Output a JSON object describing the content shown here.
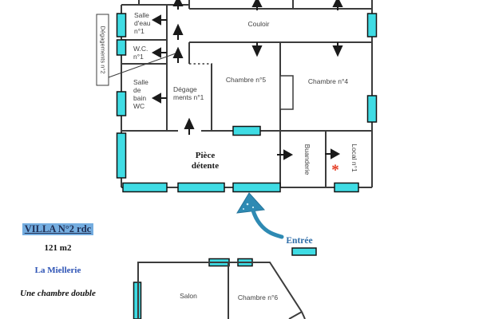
{
  "info_block": {
    "title": "VILLA N°2 rdc",
    "area": "121 m2",
    "residence_name": "La Miellerie",
    "description": "Une chambre double"
  },
  "entrance": {
    "label": "Entrée"
  },
  "main_plan": {
    "couloir": "Couloir",
    "salle_eau": [
      "Salle",
      "d'eau",
      "n°1"
    ],
    "wc": [
      "W.C.",
      "n°1"
    ],
    "salle_bain": [
      "Salle",
      "de",
      "bain",
      "WC"
    ],
    "degagements1": [
      "Dégage",
      "ments n°1"
    ],
    "degagements2": "Dégagements n°2",
    "chambre5": "Chambre n°5",
    "chambre4": "Chambre n°4",
    "piece_detente": [
      "Pièce",
      "détente"
    ],
    "buanderie": "Buanderie",
    "local1": "Local n°1",
    "local1_marker": "*"
  },
  "lower_plan": {
    "salon": "Salon",
    "chambre6": "Chambre n°6"
  },
  "colors": {
    "wall": "#3c3c3c",
    "window_fill": "#3fdce4",
    "window_border": "#141414",
    "door_arrow": "#1a1a1a",
    "room_label": "#424242",
    "entrance_arrow": "#2e8ab3",
    "entree_text": "#2e6da8",
    "asterisk": "#e5391f",
    "title_text": "#1f2d52",
    "title_highlight": "#74ade0",
    "residence_text": "#2d53b5"
  }
}
